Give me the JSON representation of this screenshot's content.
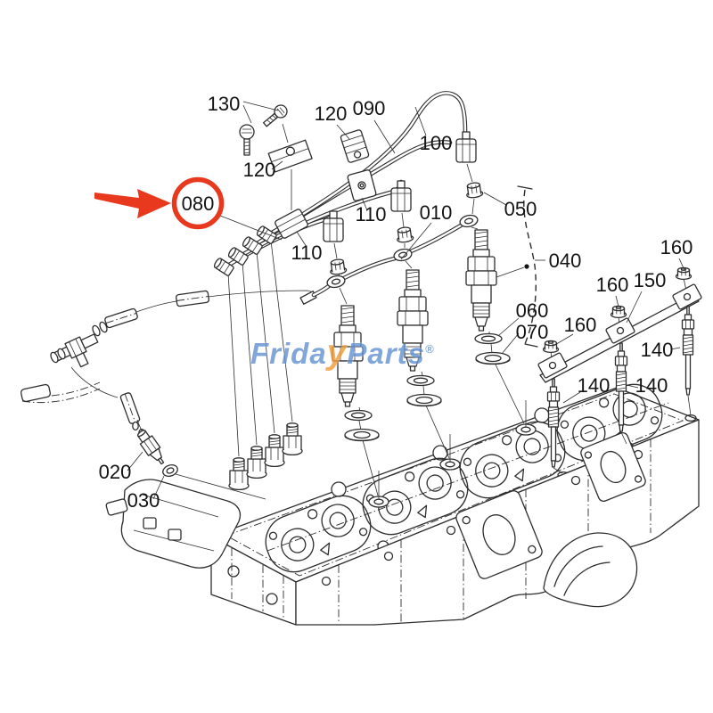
{
  "watermark": {
    "left": "Frida",
    "accent": "y",
    "right": "Parts",
    "reg": "®"
  },
  "annotation": {
    "highlighted_part": "080"
  },
  "colors": {
    "annotation_red": "#e8391f",
    "watermark_blue": "#6593d2",
    "watermark_orange": "#f09d3c",
    "line": "#2d2d2d"
  },
  "part_labels": {
    "bolt_130": "130",
    "clamp_120_top": "120",
    "pipe_090": "090",
    "pipe_100": "100",
    "clamp_120_left": "120",
    "pipe_set_080": "080",
    "clamp_110_right": "110",
    "leakoff_pipe_010": "010",
    "banjo_bolt_050": "050",
    "clamp_110_left": "110",
    "nozzle_holder_040": "040",
    "gasket_060": "060",
    "heat_seal_070": "070",
    "nut_160_right": "160",
    "nut_160_mid": "160",
    "nut_160_left": "160",
    "bus_bar_150": "150",
    "glow_plug_140_right": "140",
    "glow_plug_140_mid": "140",
    "glow_plug_140_left": "140",
    "joint_020": "020",
    "washer_030": "030"
  }
}
